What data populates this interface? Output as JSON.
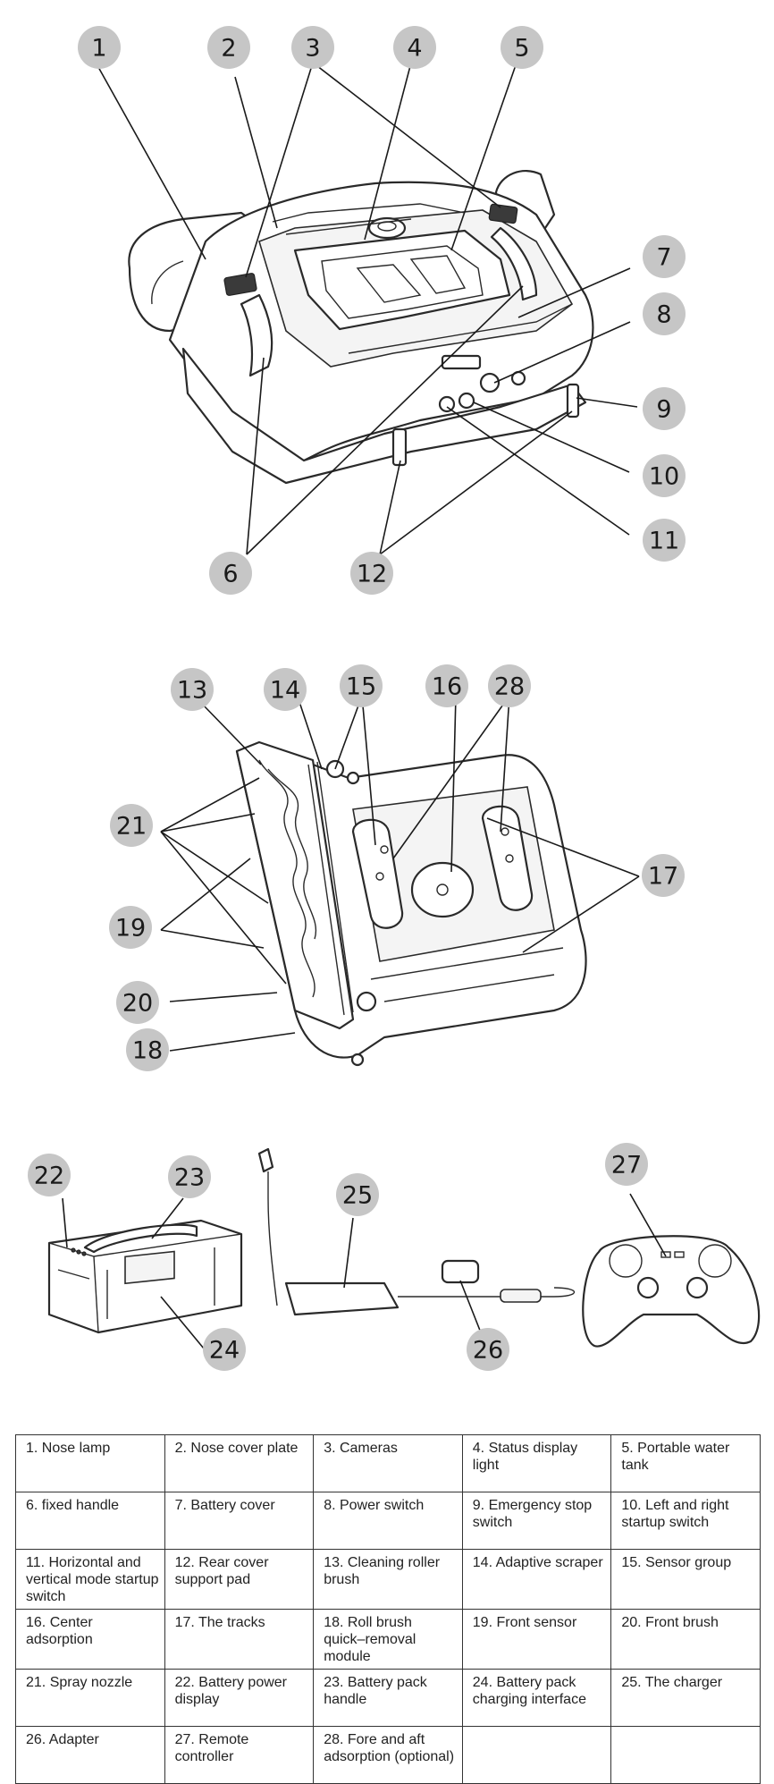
{
  "callouts": {
    "c1": "1",
    "c2": "2",
    "c3": "3",
    "c4": "4",
    "c5": "5",
    "c6": "6",
    "c7": "7",
    "c8": "8",
    "c9": "9",
    "c10": "10",
    "c11": "11",
    "c12": "12",
    "c13": "13",
    "c14": "14",
    "c15": "15",
    "c16": "16",
    "c17": "17",
    "c18": "18",
    "c19": "19",
    "c20": "20",
    "c21": "21",
    "c22": "22",
    "c23": "23",
    "c24": "24",
    "c25": "25",
    "c26": "26",
    "c27": "27",
    "c28": "28"
  },
  "legend": {
    "rows": [
      [
        "1. Nose lamp",
        "2. Nose cover plate",
        "3. Cameras",
        "4. Status display light",
        "5. Portable water tank"
      ],
      [
        "6. fixed handle",
        "7. Battery cover",
        "8. Power switch",
        "9. Emergency stop switch",
        "10. Left and right startup switch"
      ],
      [
        "11. Horizontal and vertical mode startup switch",
        "12. Rear cover support pad",
        "13. Cleaning roller brush",
        "14. Adaptive scraper",
        "15. Sensor group"
      ],
      [
        "16. Center adsorption",
        "17. The tracks",
        "18. Roll brush quick–removal module",
        "19. Front sensor",
        "20. Front brush"
      ],
      [
        "21. Spray nozzle",
        "22. Battery power display",
        "23. Battery pack handle",
        "24. Battery pack charging interface",
        "25. The charger"
      ],
      [
        "26. Adapter",
        "27. Remote controller",
        "28. Fore and aft adsorption (optional)",
        "",
        ""
      ]
    ]
  }
}
